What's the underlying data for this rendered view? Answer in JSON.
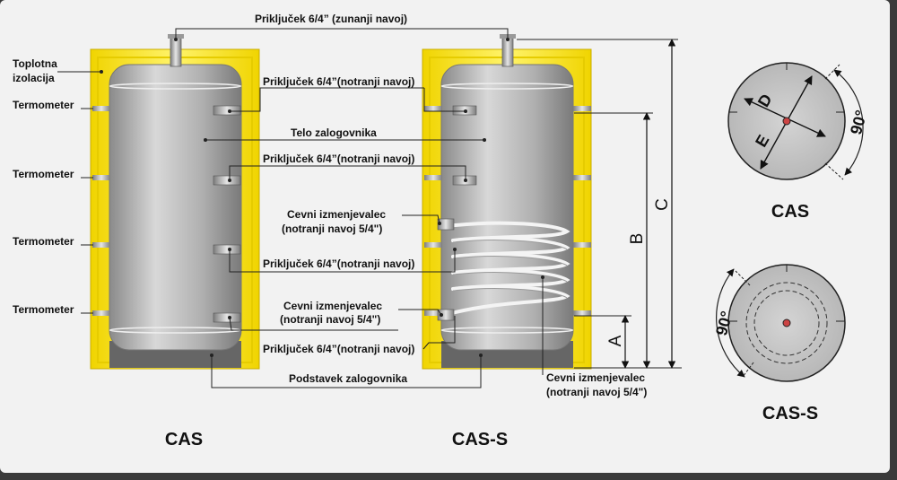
{
  "labels": {
    "izolacija_line1": "Toplotna",
    "izolacija_line2": "izolacija",
    "termometer": "Termometer",
    "prikljucek_top": "Priključek 6/4” (zunanji navoj)",
    "prikljucek_inner": "Priključek 6/4”(notranji navoj)",
    "telo": "Telo zalogovnika",
    "cevni_line1": "Cevni izmenjevalec",
    "cevni_line2": "(notranji navoj 5/4\")",
    "podstavek": "Podstavek zalogovnika",
    "cas": "CAS",
    "cas_s": "CAS-S",
    "dim_a": "A",
    "dim_b": "B",
    "dim_c": "C",
    "dim_d": "D",
    "dim_e": "E",
    "angle": "90°"
  },
  "colors": {
    "background": "#f2f2f2",
    "insulation": "#f5e41e",
    "insulation_dark": "#e2c800",
    "tank": "#a8a8a8",
    "tank_highlight": "#d6d6d6",
    "base": "#6a6a6a",
    "frame": "#3a3a3a"
  }
}
